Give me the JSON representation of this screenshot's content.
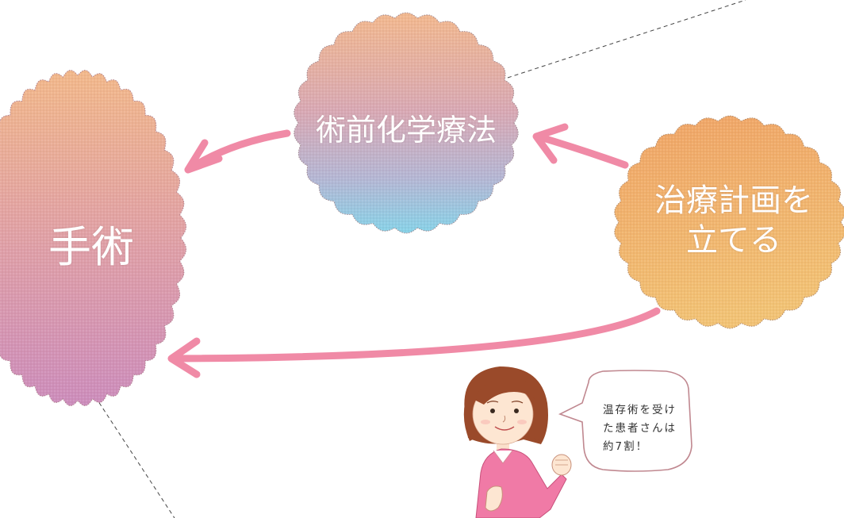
{
  "nodes": {
    "surgery": {
      "label": "手術"
    },
    "chemo": {
      "label": "術前化学療法"
    },
    "plan": {
      "line1": "治療計画を",
      "line2": "立てる"
    }
  },
  "speech_bubble": {
    "line1": "温存術を受け",
    "line2": "た患者さんは",
    "line3": "約7割！"
  },
  "colors": {
    "arrow": "#f08aa6",
    "surgery_top": "#f0b58c",
    "surgery_bottom": "#d090b8",
    "chemo_top": "#f2b890",
    "chemo_mid": "#c8a6c0",
    "chemo_bottom": "#88d0e6",
    "plan_top": "#f0a868",
    "plan_bottom": "#f0c070",
    "bubble_border": "#c0808a",
    "dashed_line": "#444444",
    "person_shirt": "#f07aa6",
    "person_hair": "#9a4a2a"
  }
}
